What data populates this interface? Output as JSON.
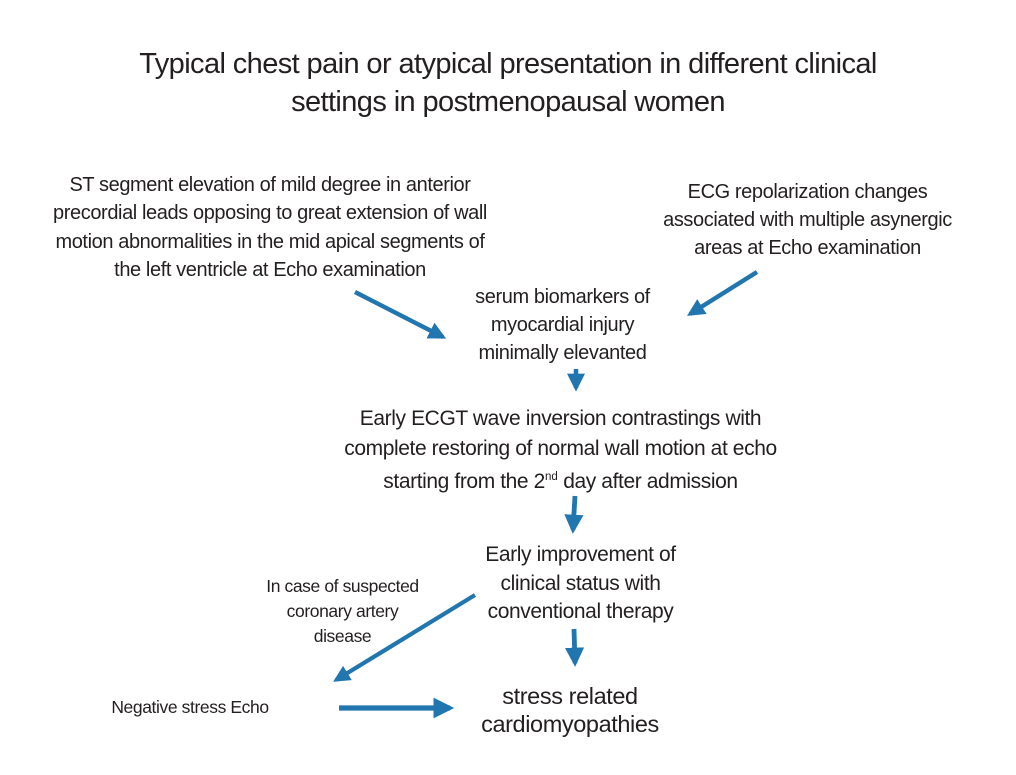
{
  "colors": {
    "arrow": "#2176b0",
    "text": "#231f20",
    "background": "#ffffff"
  },
  "title": {
    "lines": [
      "Typical chest pain or atypical presentation in different clinical",
      "settings in postmenopausal women"
    ]
  },
  "nodes": {
    "st_elevation": {
      "lines": [
        "ST segment elevation of mild degree in anterior",
        "precordial leads opposing to great extension of wall",
        "motion abnormalities in the mid apical segments of",
        "the left ventricle at Echo examination"
      ]
    },
    "ecg_repolarization": {
      "lines": [
        "ECG repolarization changes",
        "associated with multiple asynergic",
        "areas at Echo examination"
      ]
    },
    "serum_biomarkers": {
      "lines": [
        "serum biomarkers of",
        "myocardial injury",
        "minimally elevanted"
      ]
    },
    "early_t_wave": {
      "lines": [
        "Early ECGT wave inversion contrastings with",
        "complete restoring of normal wall motion at echo"
      ],
      "line3_pre": "starting from the 2",
      "line3_sup": "nd",
      "line3_post": " day after admission"
    },
    "early_improvement": {
      "lines": [
        "Early improvement of",
        "clinical status with",
        "conventional therapy"
      ]
    },
    "suspected_cad": {
      "lines": [
        "In case of suspected",
        "coronary artery",
        "disease"
      ]
    },
    "negative_stress_echo": {
      "lines": [
        "Negative stress Echo"
      ]
    },
    "stress_cardiomyopathies": {
      "lines": [
        "stress related",
        "cardiomyopathies"
      ]
    }
  }
}
